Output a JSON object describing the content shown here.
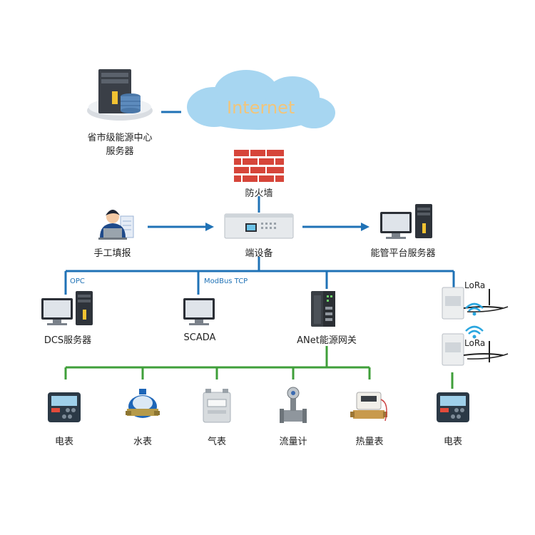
{
  "top": {
    "server_center_label_line1": "省市级能源中心",
    "server_center_label_line2": "服务器",
    "internet_label": "Internet",
    "firewall_label": "防火墙"
  },
  "middle": {
    "manual_label": "手工填报",
    "device_label": "端设备",
    "platform_label": "能管平台服务器"
  },
  "bus": {
    "opc_label": "OPC",
    "modbus_label": "ModBus TCP"
  },
  "systems": {
    "dcs_label": "DCS服务器",
    "scada_label": "SCADA",
    "gateway_label": "ANet能源网关",
    "lora_label_1": "LoRa",
    "lora_label_2": "LoRa"
  },
  "meters": {
    "electric_label": "电表",
    "water_label": "水表",
    "gas_label": "气表",
    "flow_label": "流量计",
    "heat_label": "热量表",
    "electric_lora_label": "电表"
  },
  "colors": {
    "blue_line": "#1f72b6",
    "green_line": "#3f9f3a",
    "cloud": "#a7d6f1",
    "internet_text": "#f2c57a",
    "firewall": "#d6453a"
  }
}
